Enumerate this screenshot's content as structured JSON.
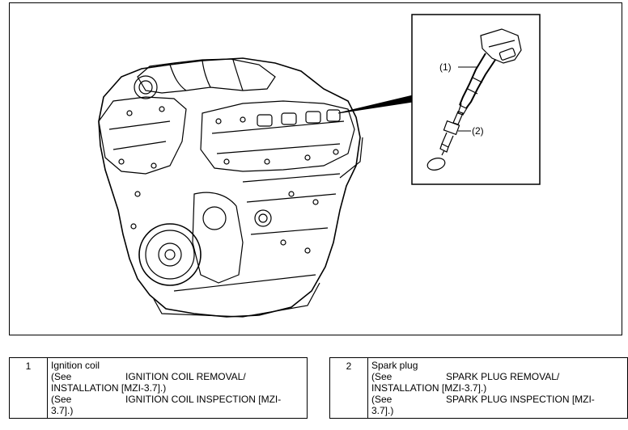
{
  "callouts": [
    "(1)",
    "(2)"
  ],
  "legend": [
    {
      "number": "1",
      "name": "Ignition coil",
      "ref_prefix": "(See",
      "ref1_head": "IGNITION COIL REMOVAL/",
      "ref1_tail": "INSTALLATION [MZI-3.7].)",
      "ref2_head": "IGNITION COIL INSPECTION [MZI-",
      "ref2_tail": "3.7].)"
    },
    {
      "number": "2",
      "name": "Spark plug",
      "ref_prefix": "(See",
      "ref1_head": "SPARK PLUG REMOVAL/",
      "ref1_tail": "INSTALLATION [MZI-3.7].)",
      "ref2_head": "SPARK PLUG INSPECTION [MZI-",
      "ref2_tail": "3.7].)"
    }
  ]
}
